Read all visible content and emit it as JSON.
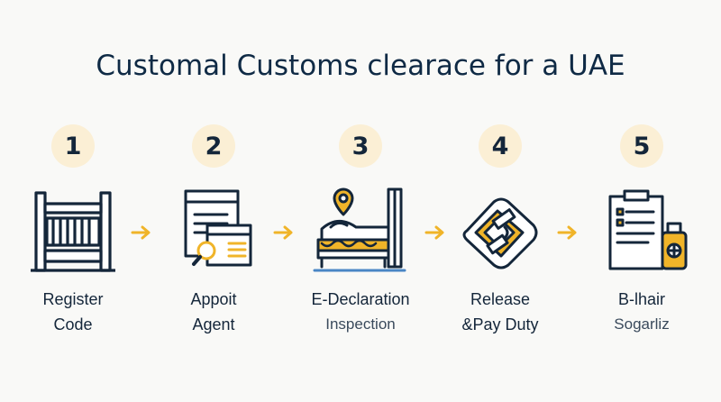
{
  "title": "Customal Customs clearace for a UAE",
  "steps": [
    {
      "number": "1",
      "label1": "Register",
      "label2": "Code",
      "icon": "crate-icon"
    },
    {
      "number": "2",
      "label1": "Appoit",
      "label2": "Agent",
      "icon": "documents-magnifier-icon"
    },
    {
      "number": "3",
      "label1": "E-Declaration",
      "label2": "Inspection",
      "icon": "bed-location-pin-icon"
    },
    {
      "number": "4",
      "label1": "Release",
      "label2": "&Pay Duty",
      "icon": "tagged-package-icon"
    },
    {
      "number": "5",
      "label1": "B-lhair",
      "label2": "Sogarliz",
      "icon": "clipboard-bottle-icon"
    }
  ],
  "colors": {
    "navy": "#14263a",
    "gold": "#f0b429",
    "number_bg": "#fbefd5",
    "accent_blue": "#4a86c5"
  }
}
